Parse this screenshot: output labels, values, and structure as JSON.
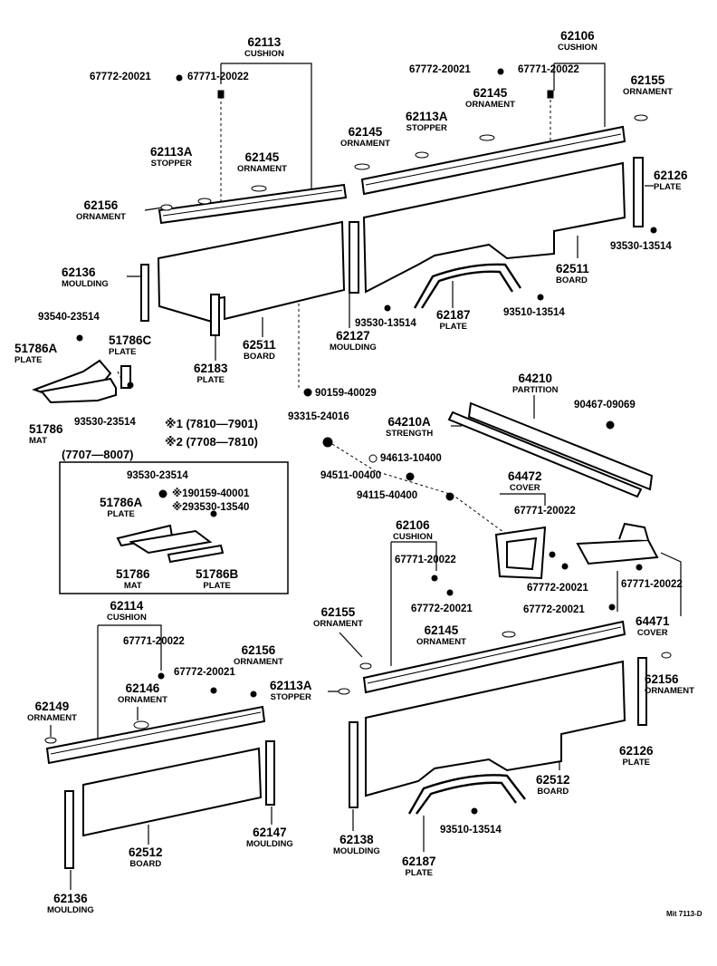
{
  "parts": {
    "p62113": {
      "number": "62113",
      "name": "CUSHION"
    },
    "p62106_top": {
      "number": "62106",
      "name": "CUSHION"
    },
    "p62155_top": {
      "number": "62155",
      "name": "ORNAMENT"
    },
    "p62145_a": {
      "number": "62145",
      "name": "ORNAMENT"
    },
    "p62145_b": {
      "number": "62145",
      "name": "ORNAMENT"
    },
    "p62145_c": {
      "number": "62145",
      "name": "ORNAMENT"
    },
    "p62113A_a": {
      "number": "62113A",
      "name": "STOPPER"
    },
    "p62113A_b": {
      "number": "62113A",
      "name": "STOPPER"
    },
    "p62156_a": {
      "number": "62156",
      "name": "ORNAMENT"
    },
    "p62126_a": {
      "number": "62126",
      "name": "PLATE"
    },
    "p62511_r": {
      "number": "62511",
      "name": "BOARD"
    },
    "p62136_a": {
      "number": "62136",
      "name": "MOULDING"
    },
    "p62187_a": {
      "number": "62187",
      "name": "PLATE"
    },
    "p62127": {
      "number": "62127",
      "name": "MOULDING"
    },
    "p62511_l": {
      "number": "62511",
      "name": "BOARD"
    },
    "p51786A_a": {
      "number": "51786A",
      "name": "PLATE"
    },
    "p51786C": {
      "number": "51786C",
      "name": "PLATE"
    },
    "p62183": {
      "number": "62183",
      "name": "PLATE"
    },
    "p51786_a": {
      "number": "51786",
      "name": "MAT"
    },
    "p64210": {
      "number": "64210",
      "name": "PARTITION"
    },
    "p64210A": {
      "number": "64210A",
      "name": "STRENGTH"
    },
    "p64472": {
      "number": "64472",
      "name": "COVER"
    },
    "p62106_b": {
      "number": "62106",
      "name": "CUSHION"
    },
    "p64471": {
      "number": "64471",
      "name": "COVER"
    },
    "p62114": {
      "number": "62114",
      "name": "CUSHION"
    },
    "p62156_b": {
      "number": "62156",
      "name": "ORNAMENT"
    },
    "p62155_b": {
      "number": "62155",
      "name": "ORNAMENT"
    },
    "p62146": {
      "number": "62146",
      "name": "ORNAMENT"
    },
    "p62149": {
      "number": "62149",
      "name": "ORNAMENT"
    },
    "p62145_d": {
      "number": "62145",
      "name": "ORNAMENT"
    },
    "p62113A_c": {
      "number": "62113A",
      "name": "STOPPER"
    },
    "p62156_c": {
      "number": "62156",
      "name": "ORNAMENT"
    },
    "p62126_b": {
      "number": "62126",
      "name": "PLATE"
    },
    "p62512_r": {
      "number": "62512",
      "name": "BOARD"
    },
    "p62147": {
      "number": "62147",
      "name": "MOULDING"
    },
    "p62512_l": {
      "number": "62512",
      "name": "BOARD"
    },
    "p62138": {
      "number": "62138",
      "name": "MOULDING"
    },
    "p62187_b": {
      "number": "62187",
      "name": "PLATE"
    },
    "p62136_b": {
      "number": "62136",
      "name": "MOULDING"
    },
    "p51786A_b": {
      "number": "51786A",
      "name": "PLATE"
    },
    "p51786_b": {
      "number": "51786",
      "name": "MAT"
    },
    "p51786B": {
      "number": "51786B",
      "name": "PLATE"
    }
  },
  "fasteners": {
    "f1": "67772-20021",
    "f2": "67771-20022",
    "f3": "67772-20021",
    "f4": "67771-20022",
    "f5": "93530-13514",
    "f6": "93540-23514",
    "f7": "93530-13514",
    "f8": "93510-13514",
    "f9": "93530-23514",
    "f10": "90159-40029",
    "f11": "93315-24016",
    "f12": "94613-10400",
    "f13": "94511-00400",
    "f14": "94115-40400",
    "f15": "90467-09069",
    "f16": "67771-20022",
    "f17": "67771-20022",
    "f18": "67772-20021",
    "f19": "67772-20021",
    "f20": "67772-20021",
    "f21": "67771-20022",
    "f22": "67771-20022",
    "f23": "67772-20021",
    "f24": "93510-13514",
    "f25": "93530-23514",
    "f26": "※190159-40001",
    "f27": "※293530-13540"
  },
  "notes": {
    "date1": "※1 (7810—7901)",
    "date2": "※2 (7708—7810)",
    "inset_title": "(7707—8007)",
    "ref": "Mit 7113-D"
  }
}
